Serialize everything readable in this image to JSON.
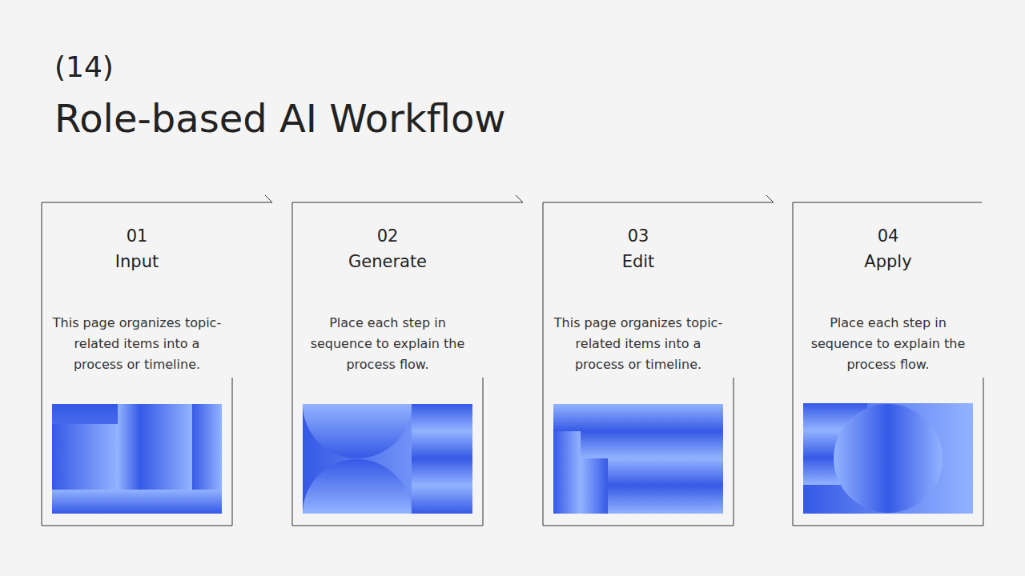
{
  "diagram": {
    "title": "Role-based AI Workflow",
    "nodes": [
      {
        "text": [
          "01",
          "Input",
          "This page organizes topic-related items into a process or timeline."
        ]
      },
      {
        "text": [
          "02",
          "Generate",
          "Place each step in sequence to explain the process flow."
        ]
      },
      {
        "text": [
          "03",
          "Edit",
          "This page organizes topic-related items into a process or timeline."
        ]
      },
      {
        "text": [
          "04",
          "Apply",
          "Place each step in sequence to explain the process flow."
        ]
      }
    ],
    "labels": [
      "(14)"
    ]
  }
}
